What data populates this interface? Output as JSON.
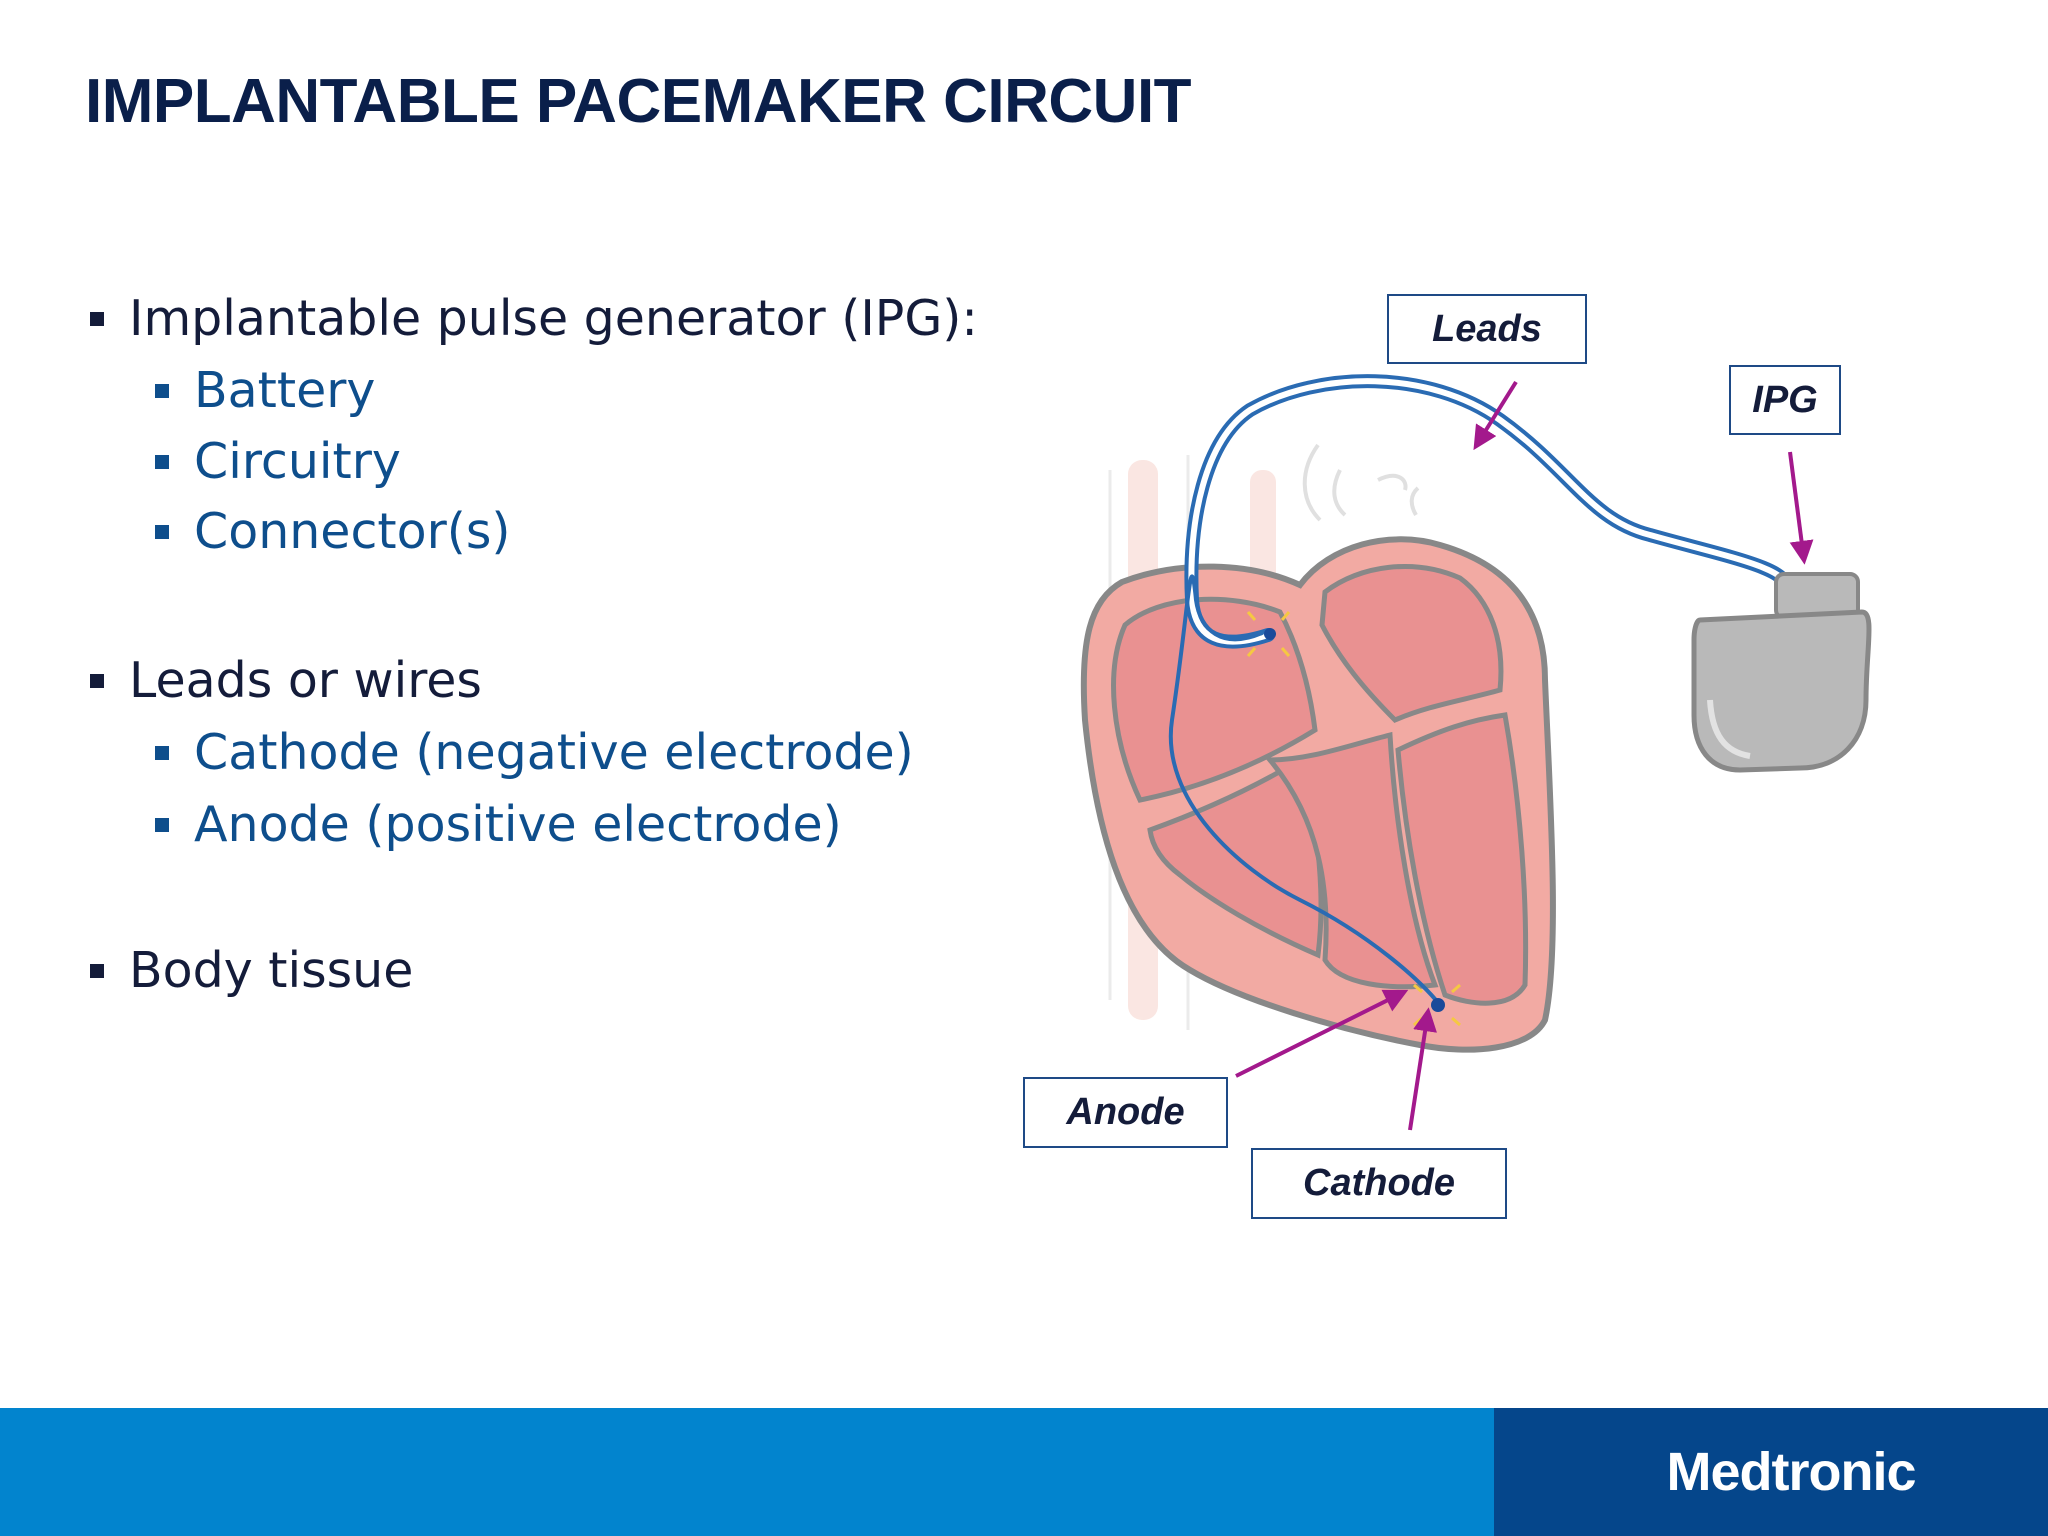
{
  "title": "IMPLANTABLE PACEMAKER CIRCUIT",
  "bullets": {
    "ipg": "Implantable pulse generator (IPG):",
    "battery": "Battery",
    "circuitry": "Circuitry",
    "connectors": "Connector(s)",
    "leads": "Leads or wires",
    "cathode": "Cathode (negative electrode)",
    "anode": "Anode (positive electrode)",
    "tissue": "Body tissue"
  },
  "diagram": {
    "labels": {
      "leads": "Leads",
      "ipg": "IPG",
      "anode": "Anode",
      "cathode": "Cathode"
    },
    "colors": {
      "heart_outer": "#f2aaa3",
      "heart_chamber": "#e99191",
      "heart_outline": "#888888",
      "lead_wire": "#2a6bb3",
      "arrow": "#a3198c",
      "ipg_device": "#b9b9b9",
      "electrode_spark": "#f5c842"
    }
  },
  "footer": {
    "brand": "Medtronic",
    "bar_color": "#0284ce",
    "brand_block_color": "#05468b"
  }
}
